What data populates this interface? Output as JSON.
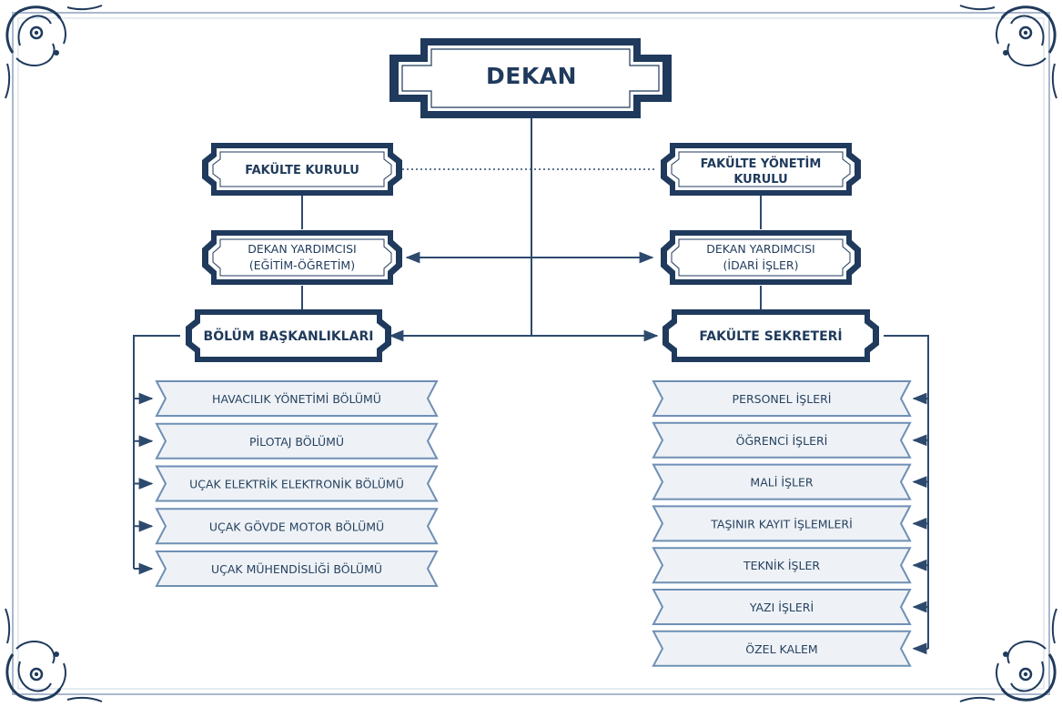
{
  "colors": {
    "navy": "#1f3a5c",
    "line": "#2d4a6e",
    "subFill": "#eef2f7",
    "subBorder": "#6f8fb4",
    "frame": "#a9b8cc"
  },
  "dekan": "DEKAN",
  "fakulte_kurulu": "FAKÜLTE KURULU",
  "fakulte_yonetim_kurulu": [
    "FAKÜLTE YÖNETİM",
    "KURULU"
  ],
  "dekan_yardimcisi_egitim": [
    "DEKAN YARDIMCISI",
    "(EĞİTİM-ÖĞRETİM)"
  ],
  "dekan_yardimcisi_idari": [
    "DEKAN YARDIMCISI",
    "(İDARİ İŞLER)"
  ],
  "bolum_baskanliklari": "BÖLÜM BAŞKANLIKLARI",
  "fakulte_sekreteri": "FAKÜLTE SEKRETERİ",
  "bolumler": [
    "HAVACILIK YÖNETİMİ BÖLÜMÜ",
    "PİLOTAJ BÖLÜMÜ",
    "UÇAK ELEKTRİK ELEKTRONİK BÖLÜMÜ",
    "UÇAK GÖVDE MOTOR BÖLÜMÜ",
    "UÇAK MÜHENDİSLİĞİ BÖLÜMÜ"
  ],
  "sekreterlik_birimleri": [
    "PERSONEL İŞLERİ",
    "ÖĞRENCİ İŞLERİ",
    "MALİ İŞLER",
    "TAŞINIR KAYIT İŞLEMLERİ",
    "TEKNİK İŞLER",
    "YAZI İŞLERİ",
    "ÖZEL KALEM"
  ]
}
